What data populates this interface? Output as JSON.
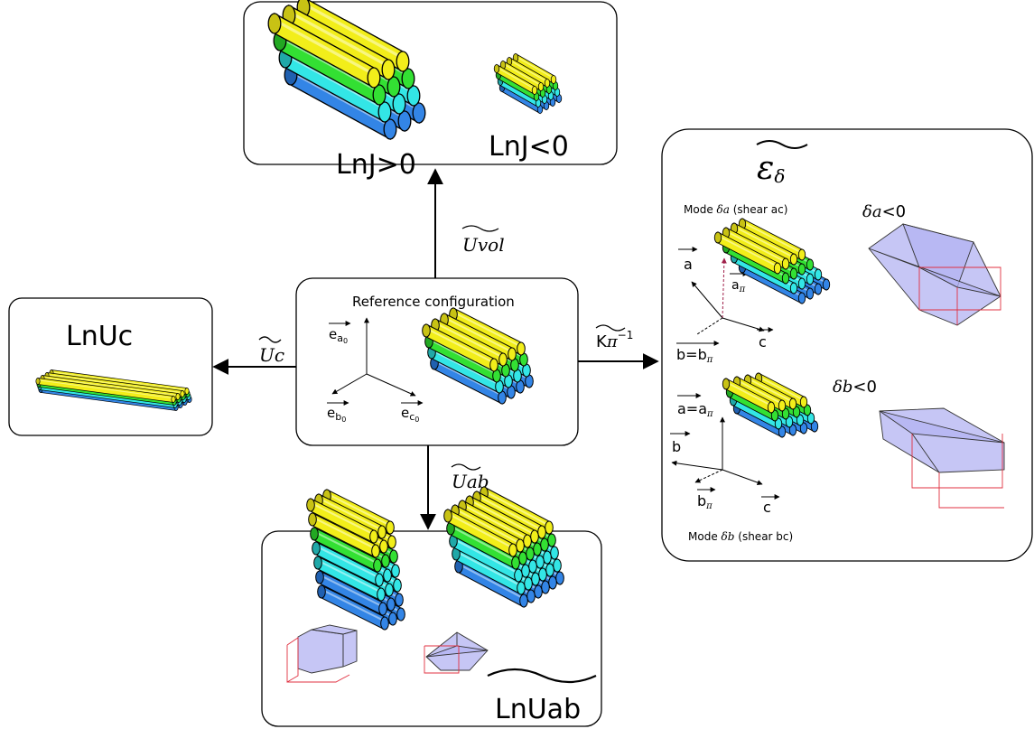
{
  "panels": {
    "volume": {
      "label_pos": "LnJ>0",
      "label_neg": "LnJ<0"
    },
    "uniaxial_c": {
      "label": "LnUc"
    },
    "reference": {
      "title": "Reference configuration",
      "axis_a": "e",
      "axis_a_sub": "a",
      "axis_b": "e",
      "axis_b_sub": "b",
      "axis_c": "e",
      "axis_c_sub": "c",
      "axis_sub2": "0"
    },
    "biaxial_ab": {
      "label": "LnUab"
    },
    "shear": {
      "title_symbol": "ε",
      "title_sub": "δ",
      "mode_a_text": "Mode",
      "mode_a_var": "δa",
      "mode_a_desc": "(shear ac)",
      "mode_a_cond_var": "δa",
      "mode_a_cond": "<0",
      "mode_a_axis_a": "a",
      "mode_a_axis_api": "a",
      "mode_a_axis_b": "b=b",
      "mode_a_axis_c": "c",
      "mode_b_text": "Mode",
      "mode_b_var": "δb",
      "mode_b_desc": "(shear bc)",
      "mode_b_cond_var": "δb",
      "mode_b_cond": "<0",
      "mode_b_axis_a": "a=a",
      "mode_b_axis_b": "b",
      "mode_b_axis_bpi": "b",
      "mode_b_axis_c": "c",
      "pi": "π"
    }
  },
  "arrows": {
    "up": {
      "base": "U",
      "sub": "vol"
    },
    "left": {
      "base": "U",
      "sub": "c"
    },
    "down": {
      "base": "U",
      "sub": "ab"
    },
    "right": {
      "base": "K",
      "sub": "π",
      "sup": "−1"
    }
  },
  "colors": {
    "yellow": "#f2ee1a",
    "yellow_dark": "#c8c214",
    "green": "#33e033",
    "green_dark": "#22a822",
    "cyan": "#33e6e6",
    "cyan_dark": "#20a8a8",
    "blue": "#3385e6",
    "blue_dark": "#2060b0",
    "box_fill": "#b3b3f2",
    "box_edge": "#e03040"
  }
}
